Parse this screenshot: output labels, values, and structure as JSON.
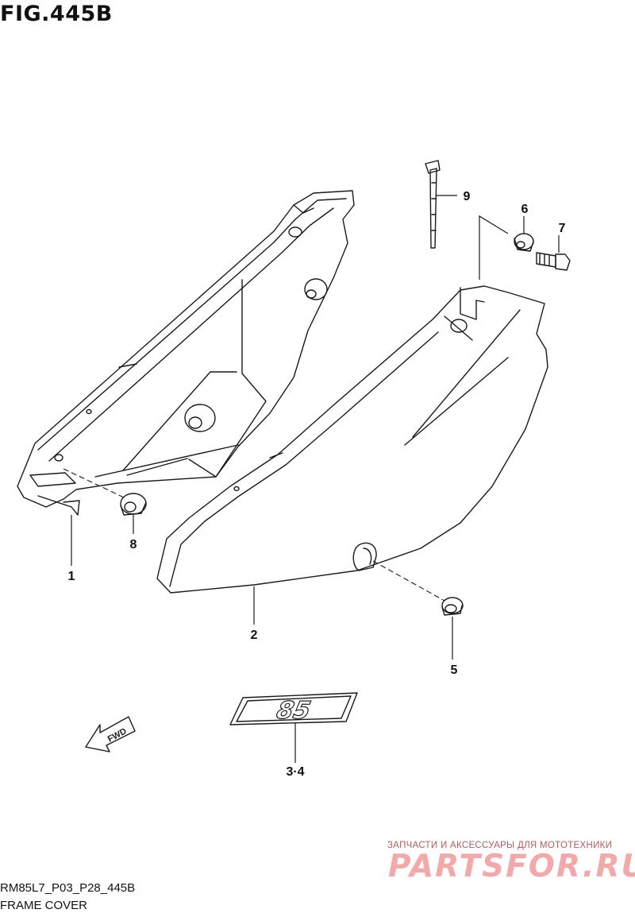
{
  "figure": {
    "title": "FIG.445B",
    "code": "RM85L7_P03_P28_445B",
    "name": "FRAME COVER"
  },
  "callouts": {
    "c1": "1",
    "c2": "2",
    "c34": "3·4",
    "c5": "5",
    "c6": "6",
    "c7": "7",
    "c8": "8",
    "c9": "9"
  },
  "emblem": {
    "text": "85"
  },
  "fwd_arrow": {
    "text": "FWD"
  },
  "watermark": {
    "tagline": "ЗАПЧАСТИ И АКСЕССУАРЫ ДЛЯ МОТОТЕХНИКИ",
    "brand": "PARTSFOR.RU"
  },
  "colors": {
    "line": "#1a1a1a",
    "watermark_tagline": "#b55a5a",
    "watermark_brand": "#f3a9a9"
  }
}
